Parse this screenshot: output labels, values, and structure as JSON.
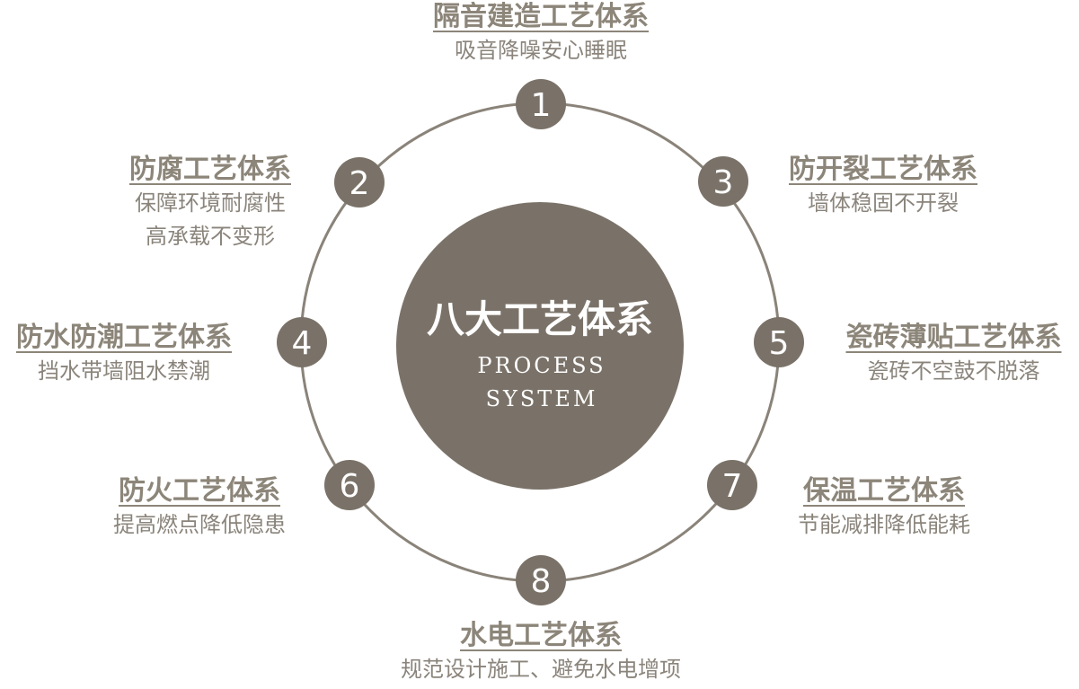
{
  "center": {
    "title": "八大工艺体系",
    "subtitle_line1": "PROCESS",
    "subtitle_line2": "SYSTEM"
  },
  "colors": {
    "circle_fill": "#7a7268",
    "ring_stroke": "#8a8379",
    "text": "#8c8579"
  },
  "nodes": [
    {
      "number": "1",
      "title": "隔音建造工艺体系",
      "lines": [
        "吸音降噪安心睡眠"
      ]
    },
    {
      "number": "2",
      "title": "防腐工艺体系",
      "lines": [
        "保障环境耐腐性",
        "高承载不变形"
      ]
    },
    {
      "number": "3",
      "title": "防开裂工艺体系",
      "lines": [
        "墙体稳固不开裂"
      ]
    },
    {
      "number": "4",
      "title": "防水防潮工艺体系",
      "lines": [
        "挡水带墙阻水禁潮"
      ]
    },
    {
      "number": "5",
      "title": "瓷砖薄贴工艺体系",
      "lines": [
        "瓷砖不空鼓不脱落"
      ]
    },
    {
      "number": "6",
      "title": "防火工艺体系",
      "lines": [
        "提高燃点降低隐患"
      ]
    },
    {
      "number": "7",
      "title": "保温工艺体系",
      "lines": [
        "节能减排降低能耗"
      ]
    },
    {
      "number": "8",
      "title": "水电工艺体系",
      "lines": [
        "规范设计施工、避免水电增项"
      ]
    }
  ]
}
